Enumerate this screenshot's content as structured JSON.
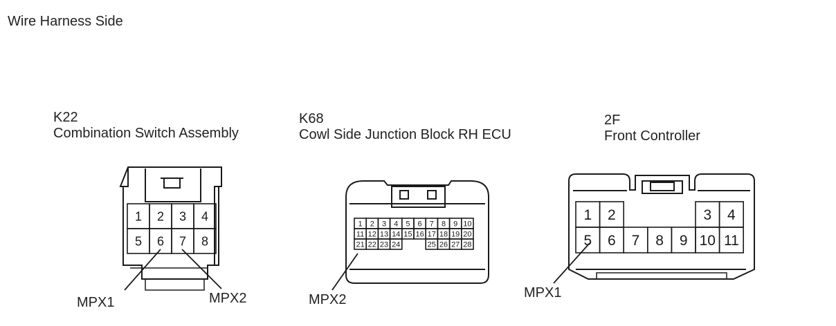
{
  "header": {
    "title": "Wire Harness Side"
  },
  "connectors": [
    {
      "code": "K22",
      "name": "Combination Switch Assembly",
      "pins": [
        "1",
        "2",
        "3",
        "4",
        "5",
        "6",
        "7",
        "8"
      ],
      "callouts": [
        "MPX1",
        "MPX2"
      ]
    },
    {
      "code": "K68",
      "name": "Cowl Side Junction Block RH ECU",
      "pins": [
        "1",
        "2",
        "3",
        "4",
        "5",
        "6",
        "7",
        "8",
        "9",
        "10",
        "11",
        "12",
        "13",
        "14",
        "15",
        "16",
        "17",
        "18",
        "19",
        "20",
        "21",
        "22",
        "23",
        "24",
        "25",
        "26",
        "27",
        "28"
      ],
      "callouts": [
        "MPX2"
      ]
    },
    {
      "code": "2F",
      "name": "Front Controller",
      "pins": [
        "1",
        "2",
        "3",
        "4",
        "5",
        "6",
        "7",
        "8",
        "9",
        "10",
        "11"
      ],
      "callouts": [
        "MPX1"
      ]
    }
  ]
}
